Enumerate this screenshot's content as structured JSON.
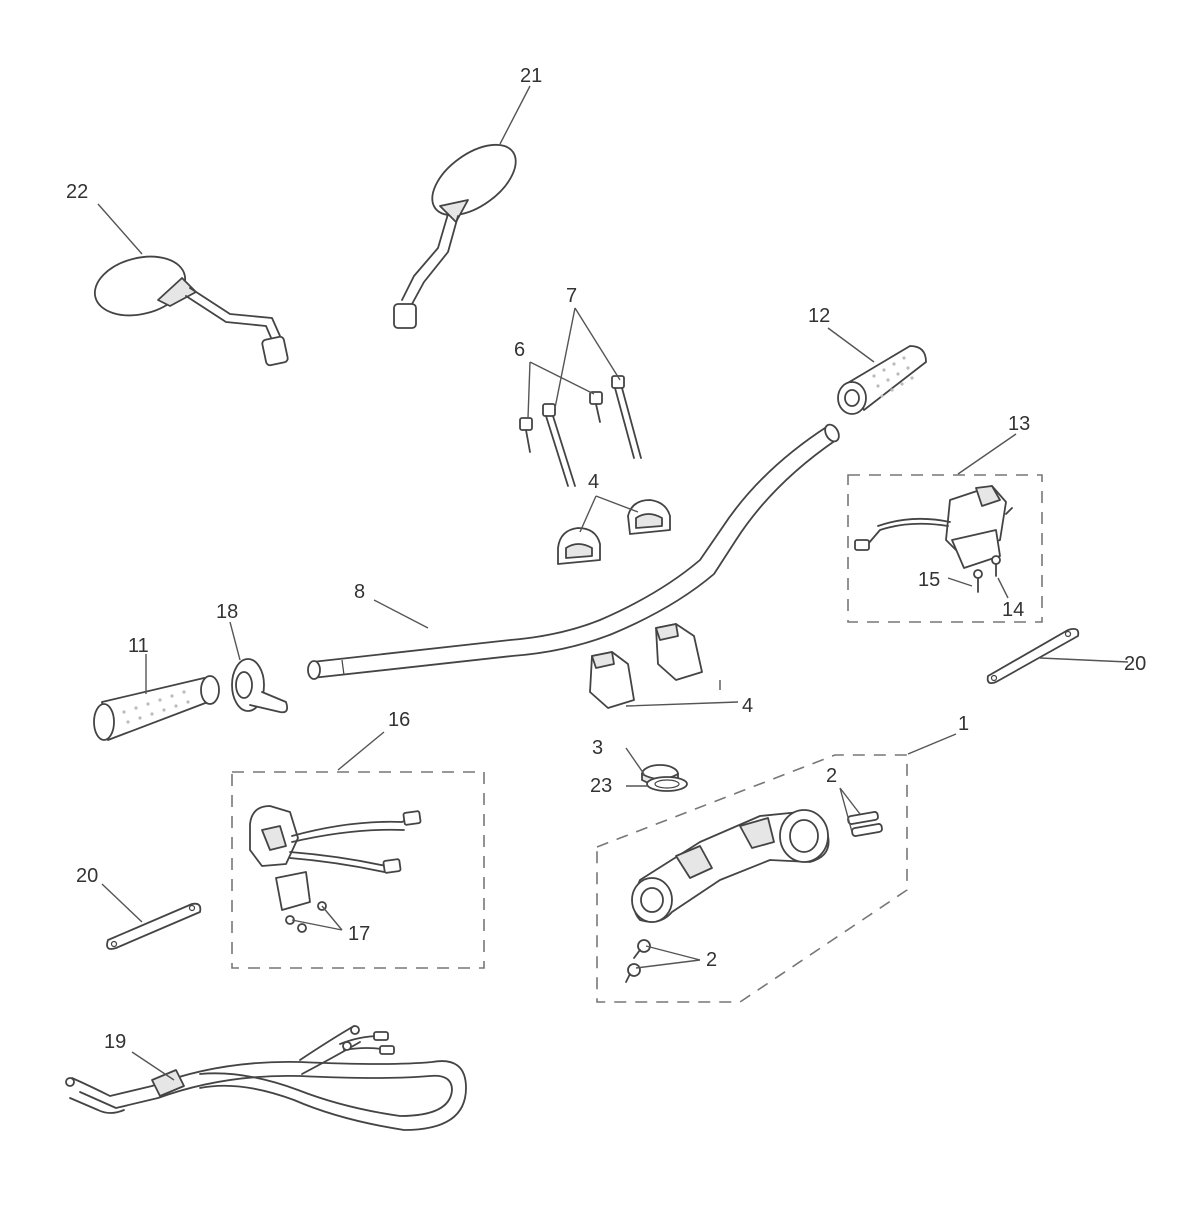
{
  "callouts": [
    {
      "id": "c1",
      "text": "1"
    },
    {
      "id": "c2a",
      "text": "2"
    },
    {
      "id": "c2b",
      "text": "2"
    },
    {
      "id": "c3",
      "text": "3"
    },
    {
      "id": "c4a",
      "text": "4"
    },
    {
      "id": "c4b",
      "text": "4"
    },
    {
      "id": "c6",
      "text": "6"
    },
    {
      "id": "c7",
      "text": "7"
    },
    {
      "id": "c8",
      "text": "8"
    },
    {
      "id": "c11",
      "text": "11"
    },
    {
      "id": "c12",
      "text": "12"
    },
    {
      "id": "c13",
      "text": "13"
    },
    {
      "id": "c14",
      "text": "14"
    },
    {
      "id": "c15",
      "text": "15"
    },
    {
      "id": "c16",
      "text": "16"
    },
    {
      "id": "c17",
      "text": "17"
    },
    {
      "id": "c18",
      "text": "18"
    },
    {
      "id": "c19",
      "text": "19"
    },
    {
      "id": "c20a",
      "text": "20"
    },
    {
      "id": "c20b",
      "text": "20"
    },
    {
      "id": "c21",
      "text": "21"
    },
    {
      "id": "c22",
      "text": "22"
    },
    {
      "id": "c23",
      "text": "23"
    }
  ],
  "colors": {
    "ink": "#444444",
    "background": "#ffffff",
    "dash": "#777777"
  }
}
